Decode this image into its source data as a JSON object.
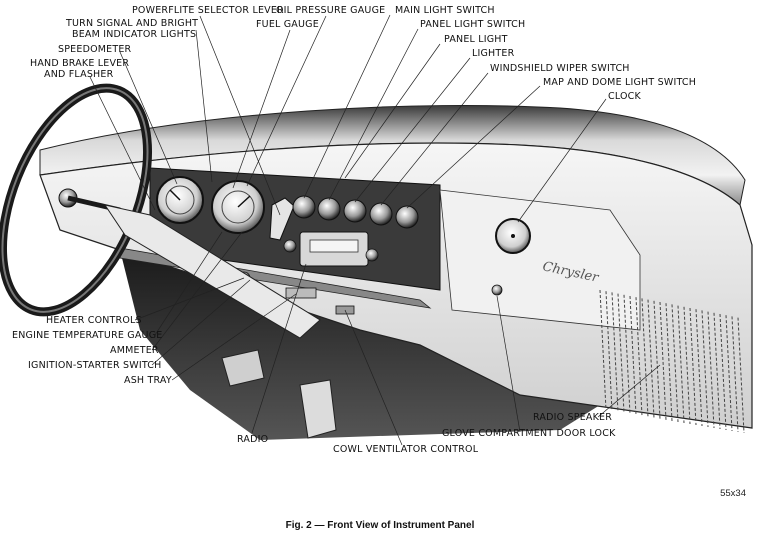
{
  "figure": {
    "caption": "Fig. 2 — Front View of Instrument Panel",
    "reference": "55x34",
    "brand_script": "Chrysler"
  },
  "labels": {
    "powerflite_selector_lever": "POWERFLITE SELECTOR LEVER",
    "oil_pressure_gauge": "OIL PRESSURE GAUGE",
    "main_light_switch": "MAIN LIGHT SWITCH",
    "turn_signal_line1": "TURN SIGNAL AND BRIGHT",
    "turn_signal_line2": "BEAM INDICATOR LIGHTS",
    "fuel_gauge": "FUEL GAUGE",
    "panel_light_switch": "PANEL LIGHT SWITCH",
    "speedometer": "SPEEDOMETER",
    "panel_light": "PANEL LIGHT",
    "hand_brake_line1": "HAND BRAKE LEVER",
    "hand_brake_line2": "AND FLASHER",
    "lighter": "LIGHTER",
    "windshield_wiper_switch": "WINDSHIELD WIPER SWITCH",
    "map_dome_light_switch": "MAP AND DOME LIGHT SWITCH",
    "clock": "CLOCK",
    "heater_controls": "HEATER CONTROLS",
    "engine_temperature_gauge": "ENGINE TEMPERATURE GAUGE",
    "ammeter": "AMMETER",
    "ignition_starter_switch": "IGNITION-STARTER SWITCH",
    "ash_tray": "ASH TRAY",
    "radio": "RADIO",
    "radio_speaker": "RADIO SPEAKER",
    "glove_compartment_door_lock": "GLOVE COMPARTMENT DOOR LOCK",
    "cowl_ventilator_control": "COWL VENTILATOR CONTROL"
  }
}
